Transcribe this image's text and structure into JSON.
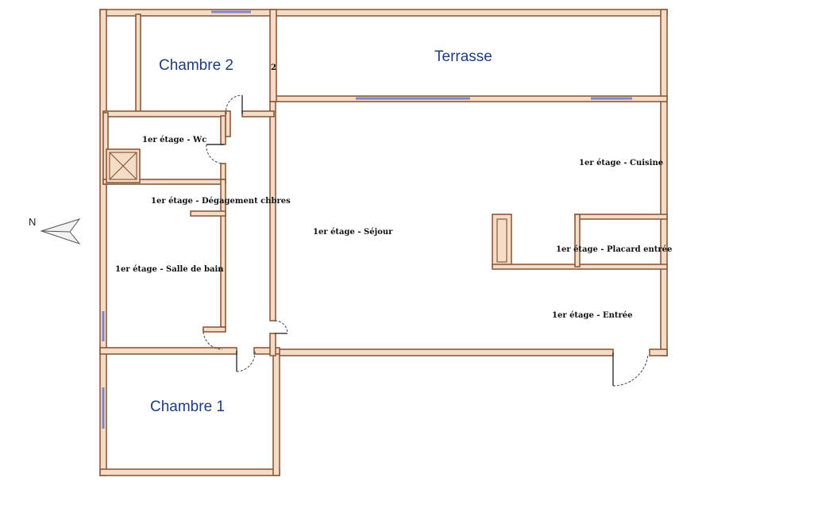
{
  "rooms": {
    "chambre2": "Chambre 2",
    "terrasse": "Terrasse",
    "chambre1": "Chambre 1",
    "wc": "1er étage - Wc",
    "cuisine": "1er étage - Cuisine",
    "degagement": "1er étage - Dégagement chbres",
    "sejour": "1er étage - Séjour",
    "placard": "1er étage - Placard entrée",
    "salle_de_bain": "1er étage - Salle de bain",
    "entree": "1er étage - Entrée"
  },
  "marks": {
    "level_mark": "2"
  },
  "compass": {
    "label": "N"
  },
  "colors": {
    "wall_fill": "#f4dcc7",
    "wall_stroke": "#8a5a3a",
    "window": "#7f86c9",
    "room_label_big": "#1f3d7a"
  }
}
